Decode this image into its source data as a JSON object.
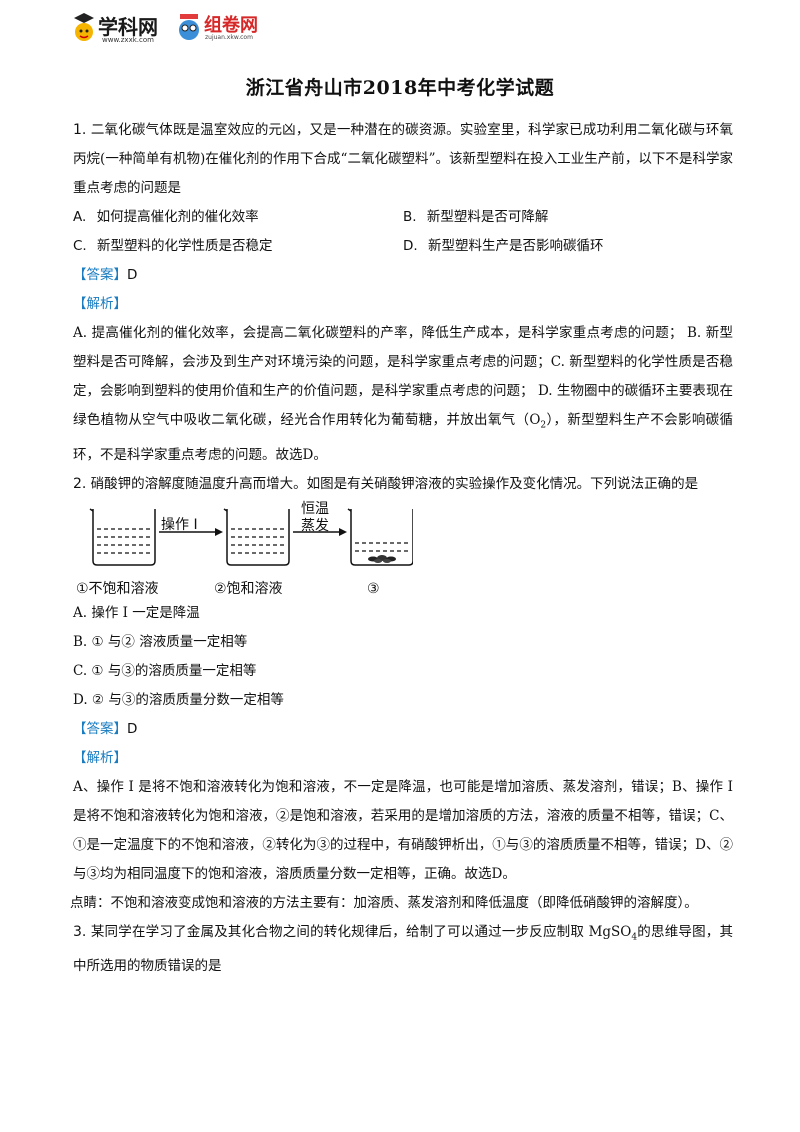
{
  "header": {
    "logo1_text": "学科网",
    "logo1_sub": "www.zxxk.com",
    "logo2_text": "组卷网",
    "logo2_sub": "zujuan.xkw.com"
  },
  "title": "浙江省舟山市2018年中考化学试题",
  "q1": {
    "num": "1.",
    "stem": "二氧化碳气体既是温室效应的元凶，又是一种潜在的碳资源。实验室里，科学家已成功利用二氧化碳与环氧丙烷(一种简单有机物)在催化剂的作用下合成“二氧化碳塑料”。该新型塑料在投入工业生产前，以下不是科学家重点考虑的问题是",
    "options": [
      {
        "label": "A.",
        "text": "如何提高催化剂的催化效率"
      },
      {
        "label": "B.",
        "text": "新型塑料是否可降解"
      },
      {
        "label": "C.",
        "text": "新型塑料的化学性质是否稳定"
      },
      {
        "label": "D.",
        "text": "新型塑料生产是否影响碳循环"
      }
    ],
    "answer_tag": "【答案】",
    "answer": "D",
    "analysis_tag": "【解析】",
    "analysis_1": "A. 提高催化剂的催化效率，会提高二氧化碳塑料的产率，降低生产成本，是科学家重点考虑的问题；  B. 新型塑料是否可降解，会涉及到生产对环境污染的问题，是科学家重点考虑的问题；C. 新型塑料的化学性质是否稳定，会影响到塑料的使用价值和生产的价值问题，是科学家重点考虑的问题；    D. 生物圈中的碳循环主要表现在绿色植物从空气中吸收二氧化碳，经光合作用转化为葡萄糖，并放出氧气（O",
    "analysis_sub": "2",
    "analysis_2": "），新型塑料生产不会影响碳循环，不是科学家重点考虑的问题。故选D。"
  },
  "q2": {
    "num": "2.",
    "stem": "硝酸钾的溶解度随温度升高而增大。如图是有关硝酸钾溶液的实验操作及变化情况。下列说法正确的是",
    "figure": {
      "op1": "操作 I",
      "op2_line1": "恒温",
      "op2_line2": "蒸发",
      "label1": "①不饱和溶液",
      "label2": "②饱和溶液",
      "label3": "③"
    },
    "options": [
      "A. 操作 I 一定是降温",
      "B. ① 与②    溶液质量一定相等",
      "C. ① 与③的溶质质量一定相等",
      "D. ② 与③的溶质质量分数一定相等"
    ],
    "answer_tag": "【答案】",
    "answer": "D",
    "analysis_tag": "【解析】",
    "analysis": "A、操作 I 是将不饱和溶液转化为饱和溶液，不一定是降温，也可能是增加溶质、蒸发溶剂，错误；B、操作 I 是将不饱和溶液转化为饱和溶液，②是饱和溶液，若采用的是增加溶质的方法，溶液的质量不相等，错误；C、①是一定温度下的不饱和溶液，②转化为③的过程中，有硝酸钾析出，①与③的溶质质量不相等，错误；D、②与③均为相同温度下的饱和溶液，溶质质量分数一定相等，正确。故选D。",
    "tip": "点睛：不饱和溶液变成饱和溶液的方法主要有：加溶质、蒸发溶剂和降低温度（即降低硝酸钾的溶解度）。"
  },
  "q3": {
    "num": "3.",
    "stem_1": "某同学在学习了金属及其化合物之间的转化规律后，给制了可以通过一步反应制取 MgSO",
    "stem_sub": "4",
    "stem_2": "的思维导图，其中所选用的物质错误的是"
  }
}
